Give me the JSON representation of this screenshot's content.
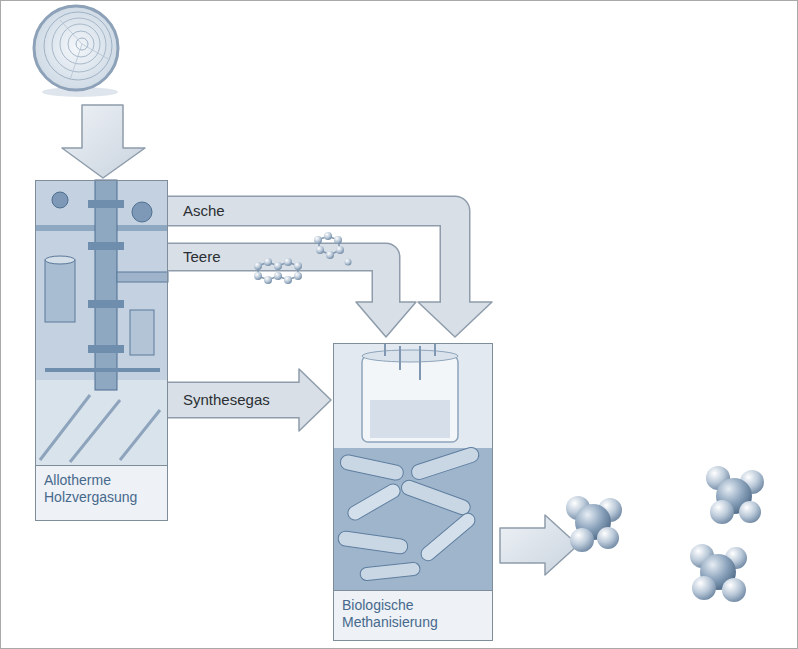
{
  "diagram": {
    "nodes": [
      {
        "text": [
          "Allotherme Holzvergasung"
        ]
      },
      {
        "text": [
          "Biologische Methanisierung"
        ]
      }
    ],
    "edges": [
      {
        "from": 0,
        "to": 1,
        "label": "Asche",
        "arrow": "to"
      },
      {
        "from": 0,
        "to": 1,
        "label": "Teere",
        "arrow": "to"
      },
      {
        "from": 0,
        "to": 1,
        "label": "Synthesegas",
        "arrow": "to"
      }
    ]
  }
}
